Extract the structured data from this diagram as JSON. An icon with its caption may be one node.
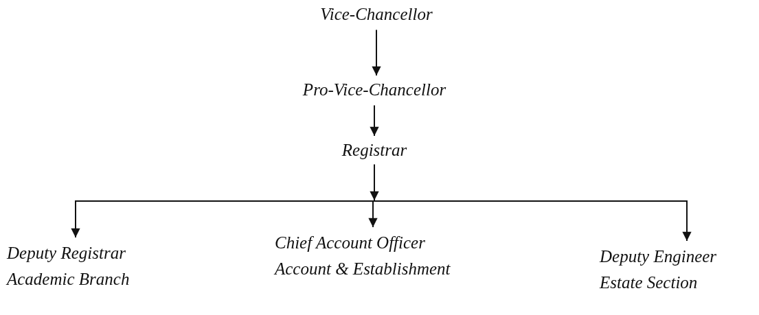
{
  "diagram": {
    "nodes": [
      {
        "text": [
          "Vice-Chancellor"
        ]
      },
      {
        "text": [
          "Pro-Vice-Chancellor"
        ]
      },
      {
        "text": [
          "Registrar"
        ]
      },
      {
        "text": [
          "Deputy Registrar",
          "Academic Branch"
        ]
      },
      {
        "text": [
          "Chief Account Officer",
          "Account & Establishment"
        ]
      },
      {
        "text": [
          "Deputy Engineer",
          "Estate Section"
        ]
      }
    ],
    "edges": [
      {
        "from": 0,
        "to": 1,
        "arrow": "to"
      },
      {
        "from": 1,
        "to": 2,
        "arrow": "to"
      },
      {
        "from": 2,
        "to": 3,
        "arrow": "to"
      },
      {
        "from": 2,
        "to": 4,
        "arrow": "to"
      },
      {
        "from": 2,
        "to": 5,
        "arrow": "to"
      }
    ]
  }
}
